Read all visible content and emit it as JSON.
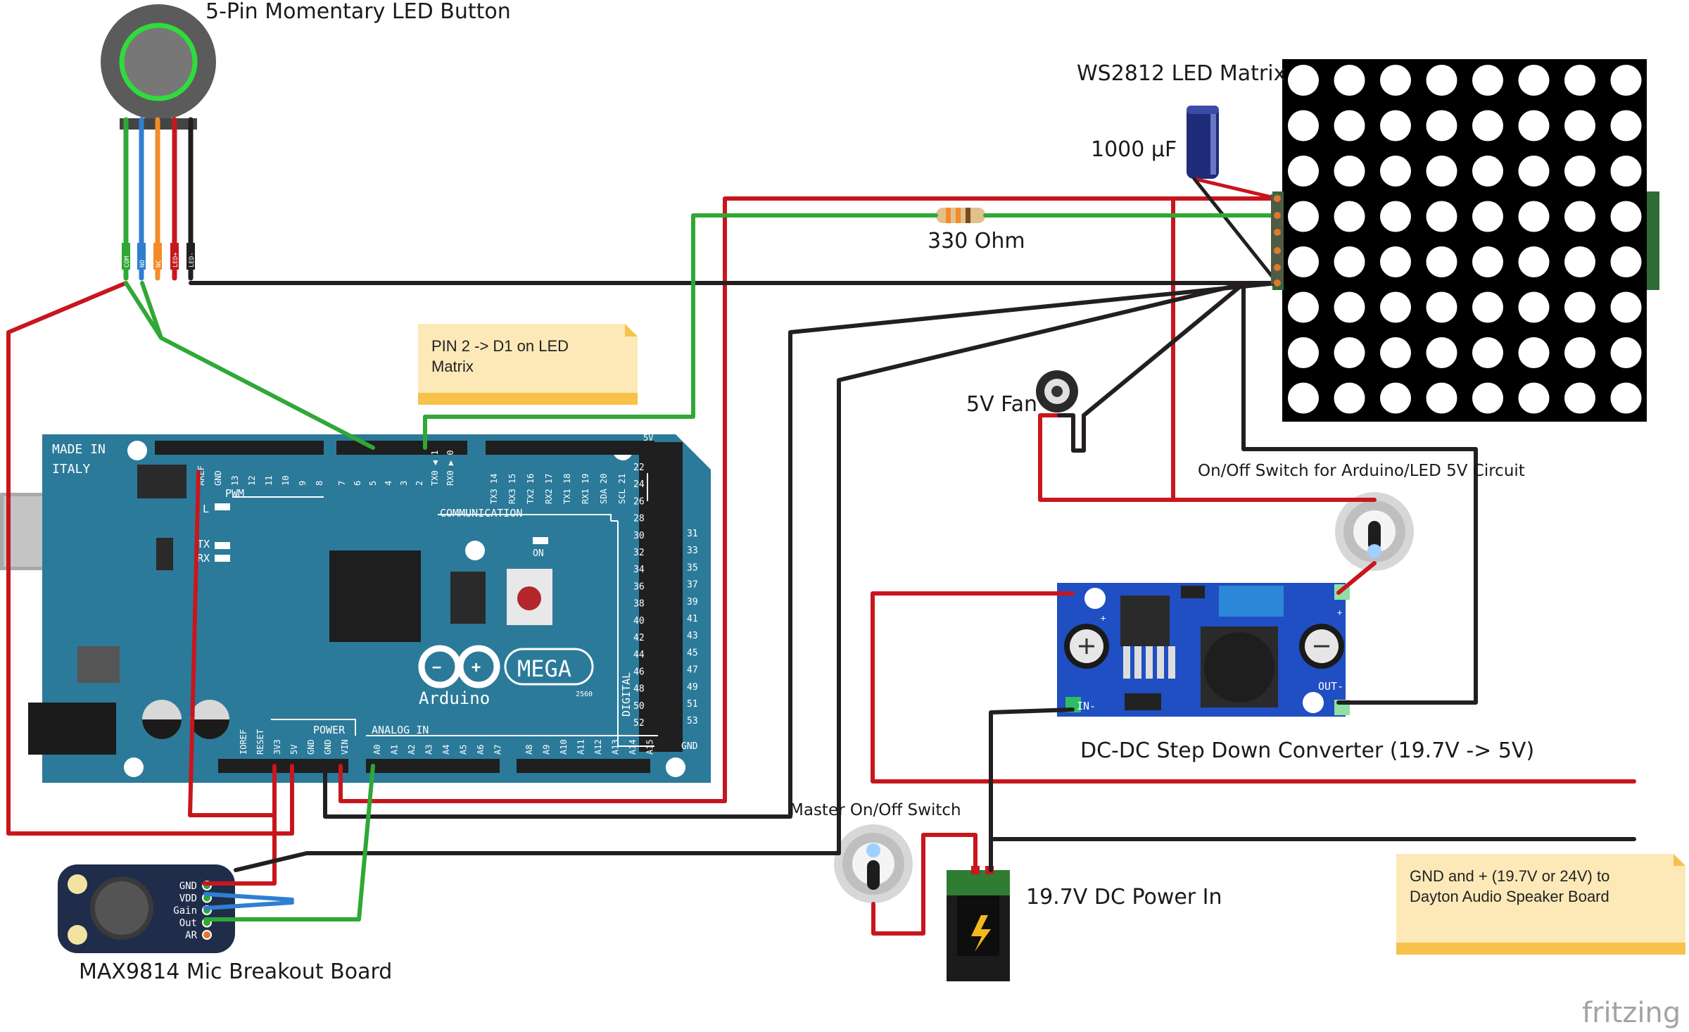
{
  "labels": {
    "button": "5-Pin Momentary LED Button",
    "matrix": "WS2812 LED Matrix",
    "capacitor": "1000 µF",
    "resistor": "330 Ohm",
    "fan": "5V Fan",
    "switch_5v": "On/Off Switch for Arduino/LED 5V Circuit",
    "converter": "DC-DC Step Down Converter (19.7V -> 5V)",
    "master_switch": "Master On/Off Switch",
    "power_in": "19.7V DC Power In",
    "mic": "MAX9814 Mic Breakout Board",
    "brand": "fritzing"
  },
  "notes": {
    "pin_note_line1": "PIN 2 -> D1 on LED",
    "pin_note_line2": "Matrix",
    "speaker_note_line1": "GND and + (19.7V or 24V) to",
    "speaker_note_line2": "Dayton Audio Speaker Board"
  },
  "button_pins": [
    "COM",
    "NO",
    "NC",
    "LED+",
    "LED-"
  ],
  "mic_pins": [
    "GND",
    "VDD",
    "Gain",
    "Out",
    "AR"
  ],
  "converter_pins": {
    "in": "IN-",
    "out": "OUT-",
    "plus": "+"
  },
  "arduino": {
    "made_in_1": "MADE IN",
    "made_in_2": "ITALY",
    "brand": "Arduino",
    "model": "MEGA",
    "model_no": "2560",
    "pwm": "PWM",
    "communication": "COMMUNICATION",
    "power": "POWER",
    "analog_in": "ANALOG IN",
    "digital": "DIGITAL",
    "on": "ON",
    "tx": "TX",
    "rx": "RX",
    "l": "L",
    "gnd": "GND",
    "fivev": "5V",
    "top_pins": [
      "AREF",
      "GND",
      "13",
      "12",
      "11",
      "10",
      "9",
      "8"
    ],
    "mid_pins": [
      "7",
      "6",
      "5",
      "4",
      "3",
      "2",
      "TX0 ◀ 1",
      "RX0 ▶ 0"
    ],
    "comm_pins": [
      "TX3 14",
      "RX3 15",
      "TX2 16",
      "RX2 17",
      "TX1 18",
      "RX1 19",
      "SDA 20",
      "SCL 21"
    ],
    "power_pins": [
      "IOREF",
      "RESET",
      "3V3",
      "5V",
      "GND",
      "GND",
      "VIN"
    ],
    "analog_pins": [
      "A0",
      "A1",
      "A2",
      "A3",
      "A4",
      "A5",
      "A6",
      "A7",
      "A8",
      "A9",
      "A10",
      "A11",
      "A12",
      "A13",
      "A14",
      "A15"
    ],
    "left_col": [
      "22",
      "24",
      "26",
      "28",
      "30",
      "32",
      "34",
      "36",
      "38",
      "40",
      "42",
      "44",
      "46",
      "48",
      "50",
      "52"
    ],
    "right_col": [
      "31",
      "33",
      "35",
      "37",
      "39",
      "41",
      "43",
      "45",
      "47",
      "49",
      "51",
      "53"
    ]
  },
  "colors": {
    "wire_red": "#c8161d",
    "wire_black": "#231f20",
    "wire_green": "#2fa836",
    "wire_blue": "#2f7fd0",
    "wire_orange": "#f28c28",
    "board_blue": "#2b7a9a",
    "converter_blue": "#1f4fc2",
    "note_yellow": "#fde9b8"
  }
}
